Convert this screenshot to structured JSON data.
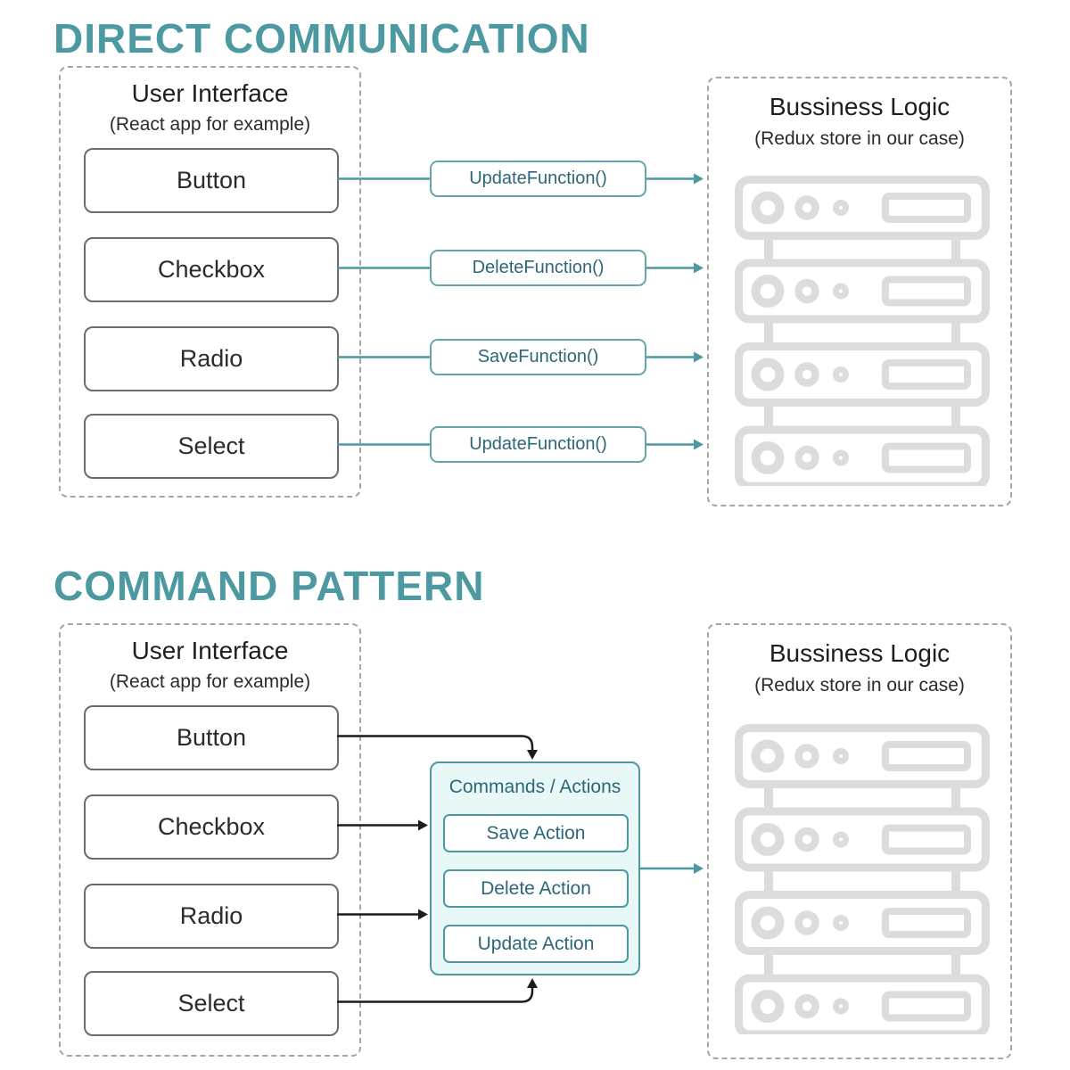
{
  "direct": {
    "title": "DIRECT COMMUNICATION",
    "ui": {
      "title": "User Interface",
      "subtitle": "(React app for example)",
      "items": [
        "Button",
        "Checkbox",
        "Radio",
        "Select"
      ]
    },
    "functions": [
      "UpdateFunction()",
      "DeleteFunction()",
      "SaveFunction()",
      "UpdateFunction()"
    ],
    "logic": {
      "title": "Bussiness Logic",
      "subtitle": "(Redux store in our case)"
    }
  },
  "command": {
    "title": "COMMAND PATTERN",
    "ui": {
      "title": "User Interface",
      "subtitle": "(React app for example)",
      "items": [
        "Button",
        "Checkbox",
        "Radio",
        "Select"
      ]
    },
    "commands": {
      "title": "Commands / Actions",
      "items": [
        "Save Action",
        "Delete Action",
        "Update Action"
      ]
    },
    "logic": {
      "title": "Bussiness Logic",
      "subtitle": "(Redux store in our case)"
    }
  },
  "colors": {
    "accent_teal": "#4c99a1",
    "teal_border": "#64a5ad",
    "teal_text": "#2b6777",
    "commands_bg": "#e8f8f7",
    "dash_gray": "#a6a6a6",
    "button_border": "#6b6b6b",
    "server_gray": "#dcdcdc",
    "arrow_black": "#1c1c1c",
    "text_dark": "#2b2b2b"
  }
}
